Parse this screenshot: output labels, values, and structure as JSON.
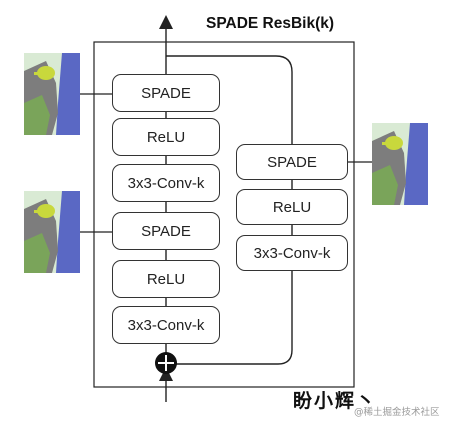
{
  "title": "SPADE ResBik(k)",
  "left_column": {
    "blocks": [
      "SPADE",
      "ReLU",
      "3x3-Conv-k",
      "SPADE",
      "ReLU",
      "3x3-Conv-k"
    ]
  },
  "shortcut_column": {
    "blocks": [
      "SPADE",
      "ReLU",
      "3x3-Conv-k"
    ]
  },
  "add_symbol": "+",
  "signature": "盼小辉丶",
  "watermark": "@稀土掘金技术社区",
  "colors": {
    "box_border": "#333333",
    "line": "#222222",
    "add_node": "#111111",
    "map_blue": "#5a68c4",
    "map_green": "#7aa45a",
    "map_gray": "#7d7d7d",
    "map_lightgreen": "#d9ead4",
    "map_yellow": "#c8d83c"
  }
}
